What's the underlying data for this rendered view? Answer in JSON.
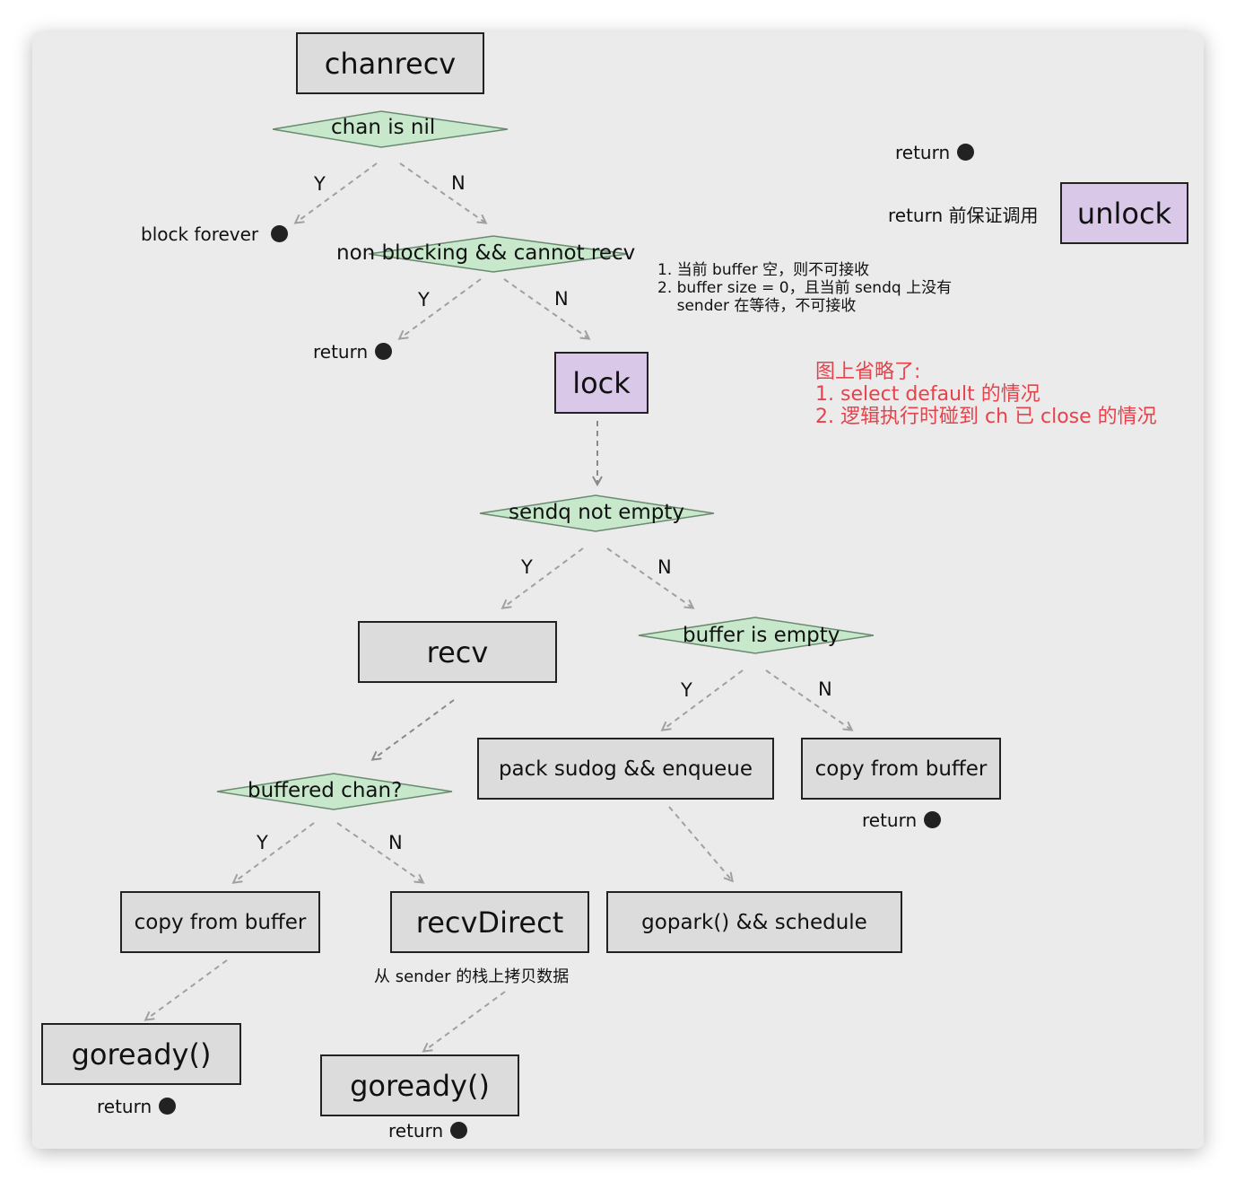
{
  "nodes": {
    "chanrecv": "chanrecv",
    "chan_is_nil": "chan is nil",
    "non_blocking": "non blocking && cannot recv",
    "lock": "lock",
    "sendq_not_empty": "sendq not empty",
    "recv": "recv",
    "buffer_is_empty": "buffer is empty",
    "buffered_chan": "buffered chan?",
    "pack_sudog": "pack sudog && enqueue",
    "copy_from_buffer_right": "copy from buffer",
    "copy_from_buffer_left": "copy from buffer",
    "recv_direct": "recvDirect",
    "gopark": "gopark() && schedule",
    "goready_left": "goready()",
    "goready_mid": "goready()",
    "unlock": "unlock"
  },
  "labels": {
    "yes": "Y",
    "no": "N",
    "block_forever": "block forever",
    "return": "return",
    "return_before_unlock": "return 前保证调用",
    "recv_direct_note": "从 sender 的栈上拷贝数据"
  },
  "notes": {
    "cannot_recv": [
      "1. 当前 buffer 空，则不可接收",
      "2. buffer size = 0，且当前 sendq 上没有",
      "    sender 在等待，不可接收"
    ],
    "omitted": [
      "图上省略了:",
      "1. select default 的情况",
      "2. 逻辑执行时碰到 ch 已 close 的情况"
    ]
  },
  "colors": {
    "background": "#ebebeb",
    "box_fill": "#dcdcdc",
    "lock_fill": "#d9c8e8",
    "diamond_fill": "#c8e8cc",
    "arrow": "#a0a0a0",
    "note_red": "#e8414a"
  }
}
